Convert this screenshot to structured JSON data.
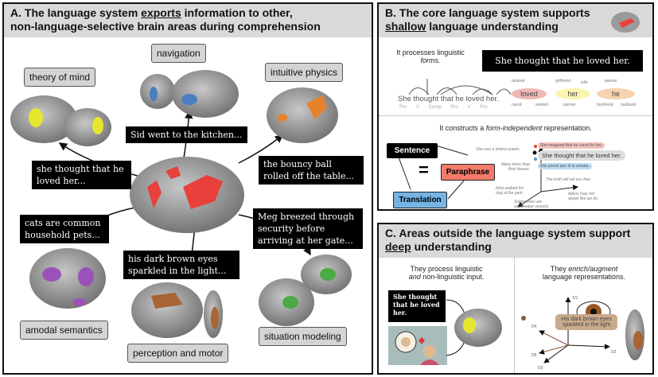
{
  "panel_a": {
    "title_prefix": "A. The language system ",
    "title_em": "exports",
    "title_suffix": " information to other,",
    "title_line2": "non-language-selective brain areas during comprehension",
    "labels": {
      "navigation": "navigation",
      "theory_of_mind": "theory of mind",
      "intuitive_physics": "intuitive physics",
      "amodal_semantics": "amodal semantics",
      "perception_motor": "perception and motor",
      "situation_modeling": "situation modeling"
    },
    "sentences": {
      "kitchen": "Sid went to the kitchen...",
      "loved": "she thought that he loved her...",
      "ball": "the bouncy ball rolled off the table...",
      "cats": "cats are common household pets...",
      "meg": "Meg breezed through security before arriving at her gate...",
      "eyes": "his dark brown eyes sparkled in the light..."
    },
    "colors": {
      "language": "#e8403a",
      "theory_of_mind": "#e6e62e",
      "navigation": "#4a7fc0",
      "physics": "#e8822a",
      "semantics": "#9a52b8",
      "perception": "#a86434",
      "situation": "#4caa44"
    }
  },
  "panel_b": {
    "title_line1": "B. The core language system supports",
    "title_em": "shallow",
    "title_suffix": " language understanding",
    "forms_text": "It processes linguistic",
    "forms_em": "forms.",
    "example_sentence": "She thought that he loved her.",
    "parse_sentence": "She thought that he loved her.",
    "pos_tags": [
      "Pro",
      "V",
      "Comp",
      "Pro",
      "V",
      "Pro"
    ],
    "word_bubbles": [
      {
        "word": "loved",
        "neighbors": [
          "desired",
          "cared",
          "wanted"
        ],
        "color": "#f0b8b4"
      },
      {
        "word": "her",
        "neighbors": [
          "girlfriend",
          "wife",
          "partner"
        ],
        "color": "#fbf5b0"
      },
      {
        "word": "he",
        "neighbors": [
          "partner",
          "boyfriend",
          "husband"
        ],
        "color": "#f6d3b0"
      }
    ],
    "construct_prefix": "It constructs a ",
    "construct_em": "form-independent",
    "construct_suffix": " representation.",
    "sentence_label": "Sentence",
    "paraphrase_label": "Paraphrase",
    "translation_label": "Translation",
    "equals": "=",
    "space_points": [
      "She imagined that he cared for her.",
      "She thought that he loved her.",
      "Ella pensó que él la amaba.",
      "She was a drama queen.",
      "Many trees drop their leaves.",
      "The truth will set you free.",
      "John walked his dog at the park.",
      "Aliens may not speak like we do.",
      "Submarines are underwater vessels."
    ]
  },
  "panel_c": {
    "title_line1": "C. Areas outside the language system support",
    "title_em": "deep",
    "title_suffix": " understanding",
    "left_text1": "They process linguistic",
    "left_em": "and",
    "left_text2": " non-linguistic input.",
    "right_text1_prefix": "They ",
    "right_em": "enrich/augment",
    "right_text2": "language representations.",
    "input_sentence": "She thought that he loved her.",
    "enriched_sentence": "His dark brown eyes sparkled in the light",
    "axis_labels": [
      "D1",
      "D2",
      "D3",
      "D4",
      "D5"
    ]
  }
}
